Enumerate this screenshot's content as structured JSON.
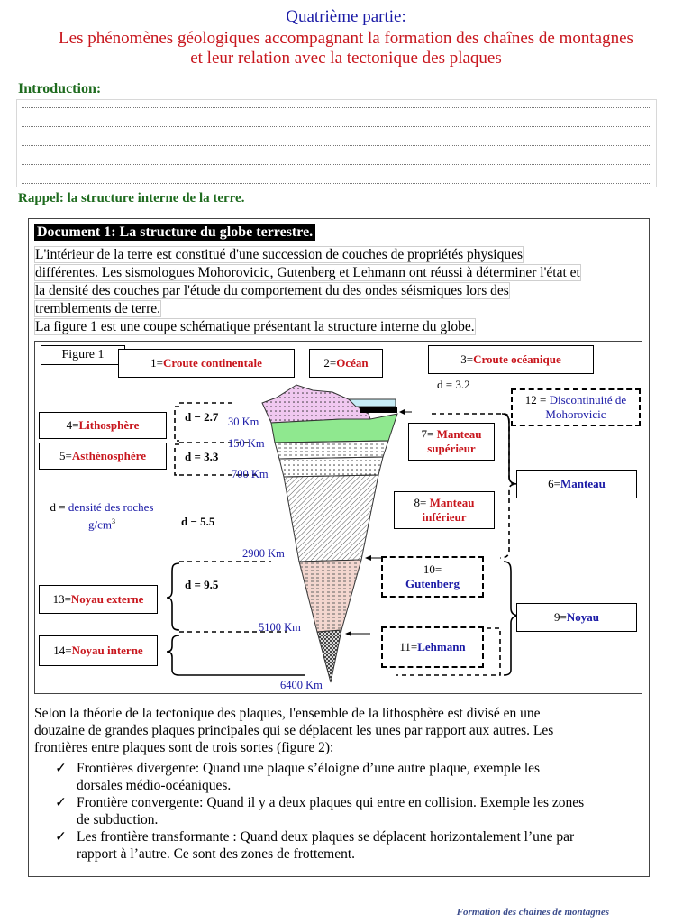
{
  "header": {
    "part": "Quatrième partie:",
    "title_line1": "Les phénomènes géologiques accompagnant la formation des chaînes de montagnes",
    "title_line2": "et leur relation avec la tectonique des plaques"
  },
  "introduction": {
    "heading": "Introduction:",
    "dotted_lines": 5
  },
  "rappel": "Rappel: la structure interne de la terre.",
  "document1": {
    "title": "Document 1: La structure du globe terrestre.",
    "para_lines": [
      "L'intérieur de la terre est constitué d'une succession de couches de propriétés physiques",
      "différentes. Les sismologues Mohorovicic, Gutenberg et Lehmann ont réussi à déterminer l'état et",
      "la densité des couches par l'étude du comportement du des ondes séismiques lors des",
      "tremblements de terre."
    ],
    "para2": "La figure 1 est une coupe schématique présentant la structure interne du globe.",
    "figure": {
      "label": "Figure 1",
      "labels": {
        "l1_num": "1= ",
        "l1": "Croute continentale",
        "l2_num": "2= ",
        "l2": "Océan",
        "l3_num": "3= ",
        "l3": "Croute océanique",
        "l4_num": "4= ",
        "l4": "Lithosphère",
        "l5_num": "5= ",
        "l5": "Asthénosphère",
        "l6_num": "6=  ",
        "l6": "Manteau",
        "l7_num": "7= ",
        "l7a": "Manteau",
        "l7b": "supérieur",
        "l8_num": "8= ",
        "l8a": "Manteau",
        "l8b": "inférieur",
        "l9_num": "9= ",
        "l9": "Noyau",
        "l10_num": "10=",
        "l10": "Gutenberg",
        "l11_num": "11= ",
        "l11": "Lehmann",
        "l12_num": "12 = ",
        "l12a": "Discontinuité de",
        "l12b": "Mohorovicic",
        "l13_num": "13= ",
        "l13": "Noyau externe",
        "l14_num": "14= ",
        "l14": "Noyau interne"
      },
      "densities": {
        "d_ocean": "d = 3.2",
        "d1": "d − 2.7",
        "d2": "d = 3.3",
        "d3": "d − 5.5",
        "d4": "d = 9.5"
      },
      "density_legend_a": "d = ",
      "density_legend_b": "densité des roches",
      "density_legend_c": "g/cm",
      "density_legend_sup": "3",
      "depths": {
        "k30": "30 Km",
        "k150": "150 Km",
        "k700": "700 Km",
        "k2900": "2900 Km",
        "k5100": "5100 Km",
        "k6400": "6400 Km"
      }
    }
  },
  "bottom": {
    "para_lines": [
      "Selon la théorie de la tectonique des plaques, l'ensemble de la lithosphère est divisé en une",
      "douzaine de grandes plaques principales qui se déplacent les unes par rapport aux autres. Les",
      "frontières entre plaques sont de trois sortes (figure 2):"
    ],
    "check": "✓",
    "items": [
      {
        "l1": "Frontières divergente: Quand une plaque s’éloigne d’une autre plaque, exemple les",
        "l2": "dorsales médio-océaniques."
      },
      {
        "l1": "Frontière convergente: Quand il y a deux plaques qui entre en collision. Exemple les zones",
        "l2": "de subduction."
      },
      {
        "l1": "Les frontière transformante : Quand deux plaques se déplacent horizontalement l’une par",
        "l2": "rapport à l’autre. Ce sont des zones de frottement."
      }
    ]
  },
  "footer": "Formation des chaines de montagnes",
  "colors": {
    "title_blue": "#1a1aa6",
    "title_red": "#c8161d",
    "heading_green": "#1e6b1e",
    "crust": "#f0c8f0",
    "lithosphere": "#8fe88f",
    "ocean": "#c6ecf6",
    "core_outer": "#f3d6cf"
  }
}
